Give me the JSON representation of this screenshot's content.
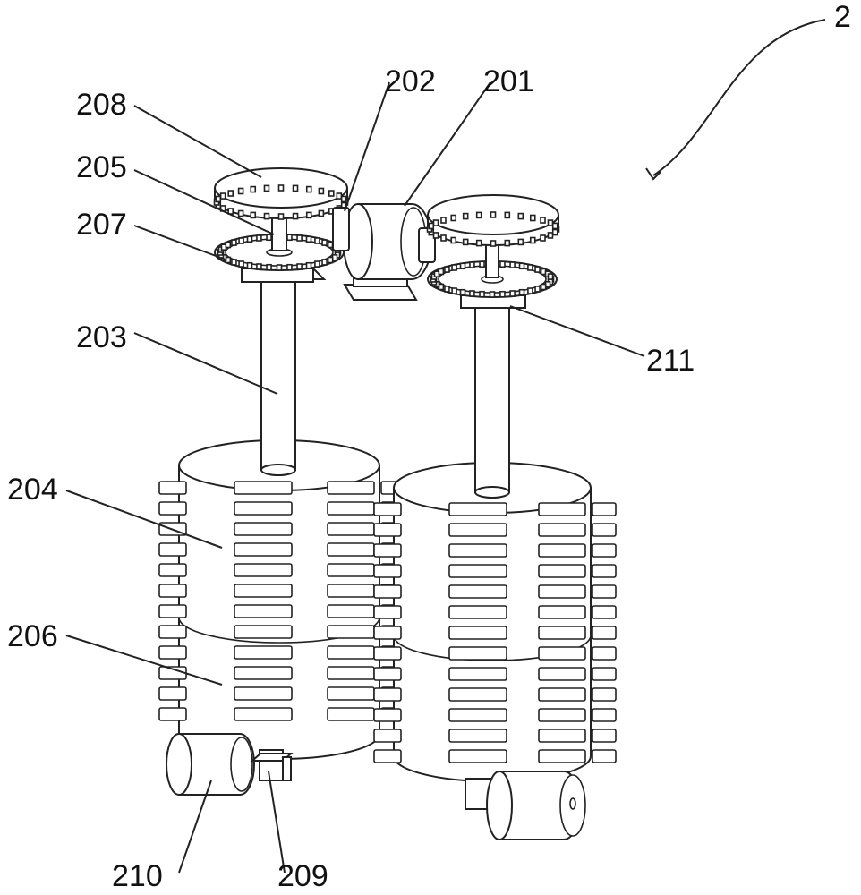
{
  "labels": {
    "l2": "2",
    "l201": "201",
    "l202": "202",
    "l203": "203",
    "l204": "204",
    "l205": "205",
    "l206": "206",
    "l207": "207",
    "l208": "208",
    "l209": "209",
    "l210": "210",
    "l211": "211"
  },
  "colors": {
    "line": "#222222",
    "fill": "#ffffff"
  }
}
